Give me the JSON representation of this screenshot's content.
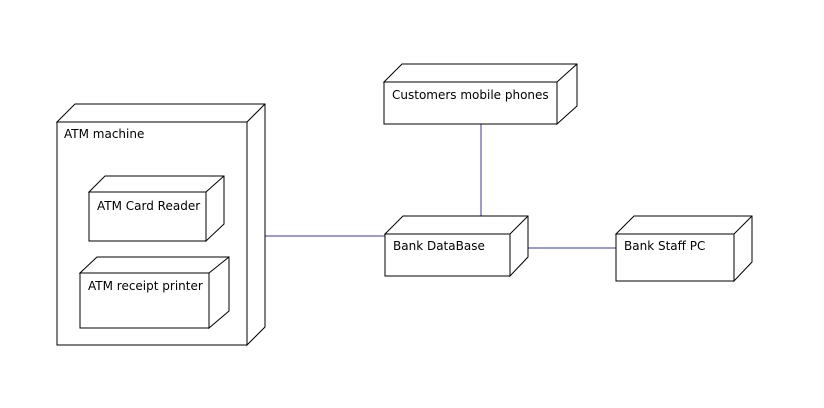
{
  "diagram": {
    "nodes": {
      "atm_machine": {
        "label": "ATM machine"
      },
      "atm_card_reader": {
        "label": "ATM Card Reader"
      },
      "atm_receipt_printer": {
        "label": "ATM receipt printer"
      },
      "customers_mobile_phones": {
        "label": "Customers mobile phones"
      },
      "bank_database": {
        "label": "Bank DataBase"
      },
      "bank_staff_pc": {
        "label": "Bank Staff PC"
      }
    },
    "connections": [
      {
        "from": "ATM machine",
        "to": "Bank DataBase"
      },
      {
        "from": "Customers mobile phones",
        "to": "Bank DataBase"
      },
      {
        "from": "Bank DataBase",
        "to": "Bank Staff PC"
      }
    ],
    "colors": {
      "connector": "#3a3aa0",
      "node_stroke": "#000000",
      "background": "#ffffff"
    }
  }
}
